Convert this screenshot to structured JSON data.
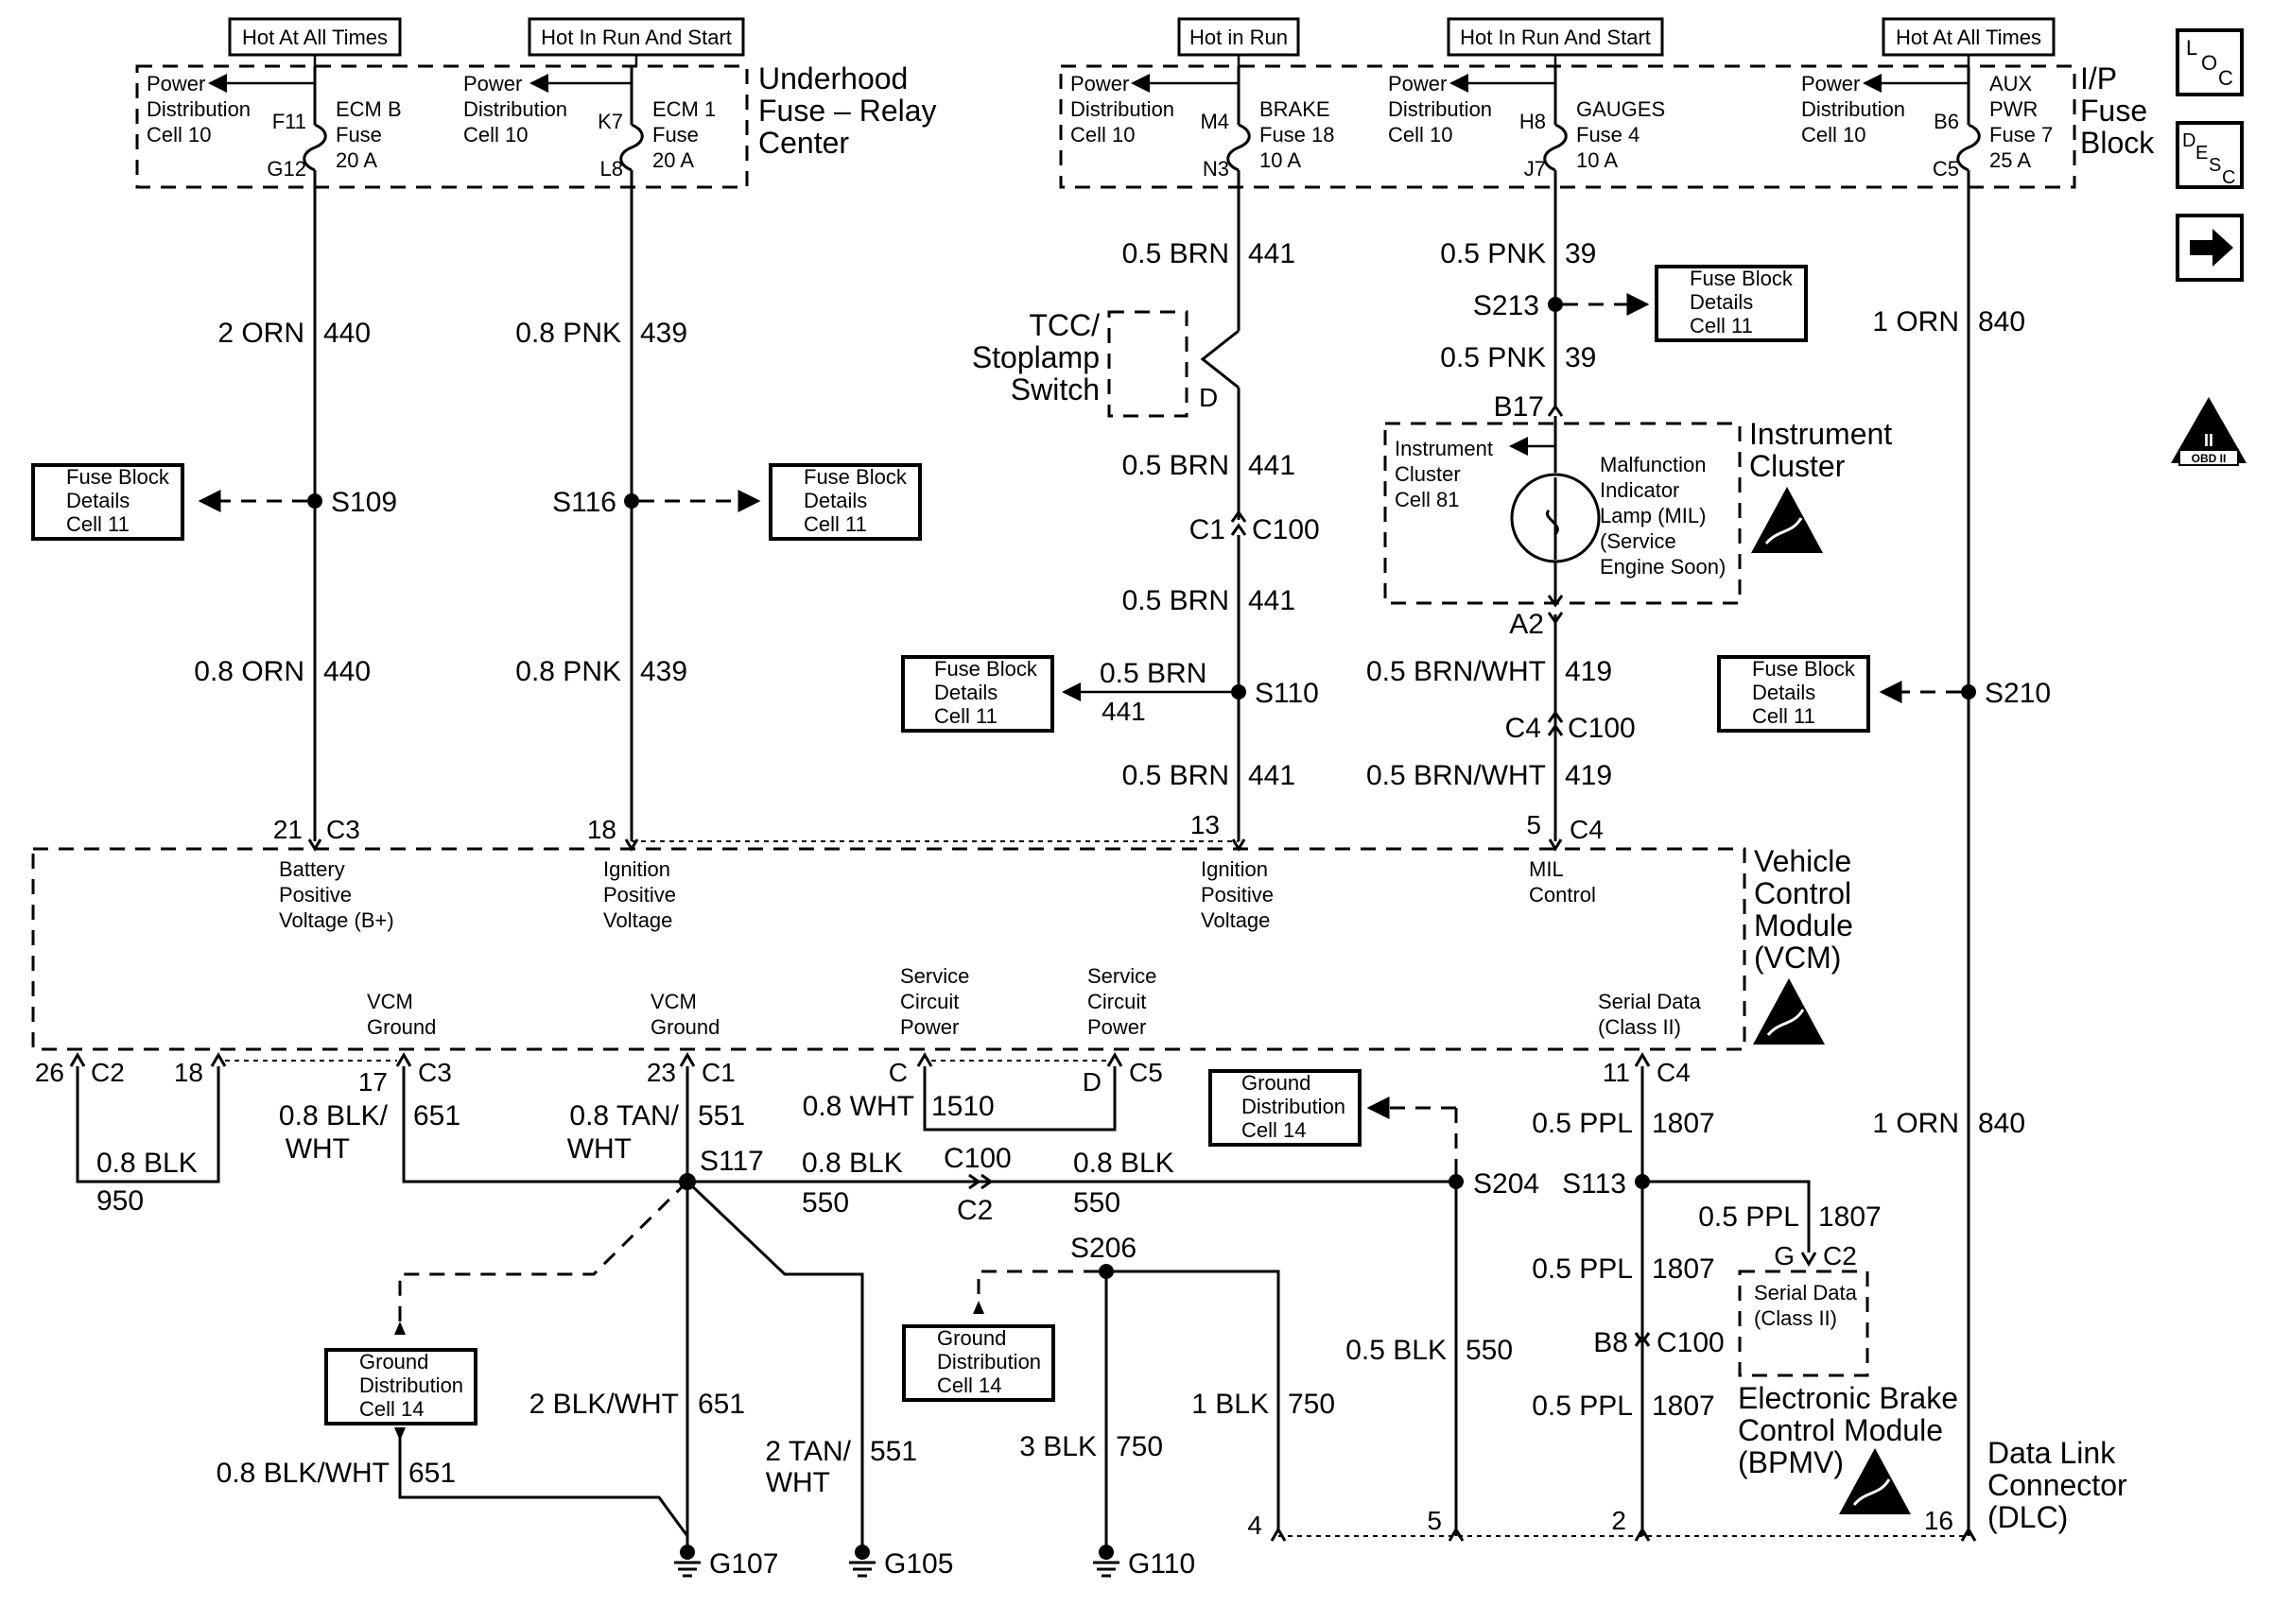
{
  "headers": {
    "h1": "Hot At All Times",
    "h2": "Hot In Run And Start",
    "h3": "Hot in Run",
    "h4": "Hot In Run And Start",
    "h5": "Hot At All Times"
  },
  "underhood": {
    "title": [
      "Underhood",
      "Fuse – Relay",
      "Center"
    ],
    "pd_label": [
      "Power",
      "Distribution",
      "Cell 10"
    ],
    "fuse_ecmb": {
      "top": "F11",
      "bottom": "G12",
      "label": [
        "ECM B",
        "Fuse",
        "20 A"
      ]
    },
    "fuse_ecm1": {
      "top": "K7",
      "bottom": "L8",
      "label": [
        "ECM 1",
        "Fuse",
        "20 A"
      ]
    }
  },
  "ip_block": {
    "title": [
      "I/P",
      "Fuse",
      "Block"
    ],
    "pd_label": [
      "Power",
      "Distribution",
      "Cell 10"
    ],
    "fuse_brake": {
      "top": "M4",
      "bottom": "N3",
      "label": [
        "BRAKE",
        "Fuse 18",
        "10 A"
      ]
    },
    "fuse_gauges": {
      "top": "H8",
      "bottom": "J7",
      "label": [
        "GAUGES",
        "Fuse 4",
        "10 A"
      ]
    },
    "fuse_aux": {
      "top": "B6",
      "bottom": "C5",
      "label": [
        "AUX",
        "PWR",
        "Fuse 7",
        "25 A"
      ]
    }
  },
  "side_icons": {
    "loc": "LOC",
    "desc": "DESC",
    "obd": "OBD II"
  },
  "wires": {
    "w440a": {
      "gauge": "2 ORN",
      "circuit": "440"
    },
    "w440b": {
      "gauge": "0.8 ORN",
      "circuit": "440"
    },
    "w439a": {
      "gauge": "0.8 PNK",
      "circuit": "439"
    },
    "w439b": {
      "gauge": "0.8 PNK",
      "circuit": "439"
    },
    "w441a": {
      "gauge": "0.5 BRN",
      "circuit": "441"
    },
    "w441b": {
      "gauge": "0.5 BRN",
      "circuit": "441"
    },
    "w441c": {
      "gauge": "0.5 BRN",
      "circuit": "441"
    },
    "w441d": {
      "gauge": "0.5 BRN",
      "circuit": "441"
    },
    "w441e": {
      "gauge": "0.5 BRN",
      "circuit": "441"
    },
    "w39a": {
      "gauge": "0.5 PNK",
      "circuit": "39"
    },
    "w39b": {
      "gauge": "0.5 PNK",
      "circuit": "39"
    },
    "w419a": {
      "gauge": "0.5 BRN/WHT",
      "circuit": "419"
    },
    "w419b": {
      "gauge": "0.5 BRN/WHT",
      "circuit": "419"
    },
    "w840a": {
      "gauge": "1 ORN",
      "circuit": "840"
    },
    "w840b": {
      "gauge": "1 ORN",
      "circuit": "840"
    },
    "w950": {
      "gauge": "0.8 BLK",
      "circuit": "950"
    },
    "w651a": {
      "gauge1": "0.8 BLK/",
      "gauge2": "WHT",
      "circuit": "651"
    },
    "w551a": {
      "gauge1": "0.8 TAN/",
      "gauge2": "WHT",
      "circuit": "551"
    },
    "w1510": {
      "gauge": "0.8 WHT",
      "circuit": "1510"
    },
    "w550a": {
      "gauge": "0.8 BLK",
      "circuit": "550"
    },
    "w550b": {
      "gauge": "0.8 BLK",
      "circuit": "550"
    },
    "w550c": {
      "gauge": "0.5 BLK",
      "circuit": "550"
    },
    "w651b": {
      "gauge": "2 BLK/WHT",
      "circuit": "651"
    },
    "w651c": {
      "gauge": "0.8 BLK/WHT",
      "circuit": "651"
    },
    "w551b": {
      "gauge1": "2 TAN/",
      "gauge2": "WHT",
      "circuit": "551"
    },
    "w750a": {
      "gauge": "3 BLK",
      "circuit": "750"
    },
    "w750b": {
      "gauge": "1 BLK",
      "circuit": "750"
    },
    "w1807a": {
      "gauge": "0.5 PPL",
      "circuit": "1807"
    },
    "w1807b": {
      "gauge": "0.5 PPL",
      "circuit": "1807"
    },
    "w1807c": {
      "gauge": "0.5 PPL",
      "circuit": "1807"
    },
    "w1807d": {
      "gauge": "0.5 PPL",
      "circuit": "1807"
    }
  },
  "splices": {
    "s109": "S109",
    "s116": "S116",
    "s110": "S110",
    "s213": "S213",
    "s210": "S210",
    "s117": "S117",
    "s204": "S204",
    "s113": "S113",
    "s206": "S206"
  },
  "refboxes": {
    "fb1": [
      "Fuse Block",
      "Details",
      "Cell 11"
    ],
    "fb2": [
      "Fuse Block",
      "Details",
      "Cell 11"
    ],
    "fb3": [
      "Fuse Block",
      "Details",
      "Cell 11"
    ],
    "fb4": [
      "Fuse Block",
      "Details",
      "Cell 11"
    ],
    "fb5": [
      "Fuse Block",
      "Details",
      "Cell 11"
    ],
    "gd1": [
      "Ground",
      "Distribution",
      "Cell 14"
    ],
    "gd2": [
      "Ground",
      "Distribution",
      "Cell 14"
    ],
    "gd3": [
      "Ground",
      "Distribution",
      "Cell 14"
    ]
  },
  "tcc": {
    "label": [
      "TCC/",
      "Stoplamp",
      "Switch"
    ],
    "pin": "D"
  },
  "cluster": {
    "title": [
      "Instrument",
      "Cluster"
    ],
    "ref": [
      "Instrument",
      "Cluster",
      "Cell 81"
    ],
    "mil": [
      "Malfunction",
      "Indicator",
      "Lamp (MIL)",
      "(Service",
      "Engine Soon)"
    ],
    "pin_top": "B17",
    "pin_bottom": "A2"
  },
  "connectors": {
    "c1_c100": {
      "left": "C1",
      "right": "C100"
    },
    "c4_c100": {
      "left": "C4",
      "right": "C100"
    },
    "b8_c100": {
      "left": "B8",
      "right": "C100"
    },
    "c100_c2": {
      "top": "C100",
      "bottom": "C2"
    }
  },
  "vcm": {
    "title": [
      "Vehicle",
      "Control",
      "Module",
      "(VCM)"
    ],
    "top_pins": {
      "p21": "21",
      "c3": "C3",
      "p18": "18",
      "p13": "13",
      "p5": "5",
      "c4": "C4"
    },
    "top_labels": {
      "bat": [
        "Battery",
        "Positive",
        "Voltage (B+)"
      ],
      "ign1": [
        "Ignition",
        "Positive",
        "Voltage"
      ],
      "ign2": [
        "Ignition",
        "Positive",
        "Voltage"
      ],
      "mil": [
        "MIL",
        "Control"
      ]
    },
    "bottom_labels": {
      "gnd1": [
        "VCM",
        "Ground"
      ],
      "gnd2": [
        "VCM",
        "Ground"
      ],
      "scp1": [
        "Service",
        "Circuit",
        "Power"
      ],
      "scp2": [
        "Service",
        "Circuit",
        "Power"
      ],
      "serial": [
        "Serial Data",
        "(Class II)"
      ]
    },
    "bottom_pins": {
      "p26": "26",
      "c2": "C2",
      "p18": "18",
      "p17": "17",
      "c3": "C3",
      "p23": "23",
      "c1": "C1",
      "pc": "C",
      "pd": "D",
      "c5": "C5",
      "p11": "11",
      "c4": "C4"
    }
  },
  "ebcm": {
    "title": [
      "Electronic Brake",
      "Control Module",
      "(BPMV)"
    ],
    "inner": [
      "Serial Data",
      "(Class II)"
    ],
    "pin_g": "G",
    "conn": "C2"
  },
  "dlc": {
    "title": [
      "Data Link",
      "Connector",
      "(DLC)"
    ],
    "pins": {
      "p4": "4",
      "p5": "5",
      "p2": "2",
      "p16": "16"
    }
  },
  "grounds": {
    "g107": "G107",
    "g105": "G105",
    "g110": "G110"
  }
}
